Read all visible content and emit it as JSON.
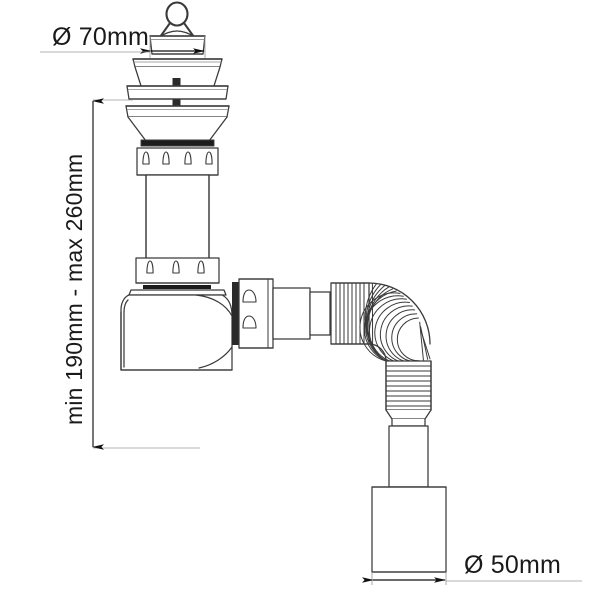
{
  "drawing": {
    "title": "Bottle trap with flexible outlet hose - technical dimension drawing",
    "background_color": "#ffffff",
    "line_color": "#3a3a3a",
    "text_color": "#1a1a1a",
    "accent_dark": "#111111"
  },
  "dimensions": {
    "top_diameter": {
      "label": "Ø 70mm",
      "symbol": "diameter-symbol",
      "value": 70,
      "unit": "mm",
      "orientation": "horizontal"
    },
    "height_range": {
      "label": "min 190mm - max 260mm",
      "min": 190,
      "max": 260,
      "unit": "mm",
      "orientation": "vertical"
    },
    "outlet_diameter": {
      "label": "Ø 50mm",
      "symbol": "diameter-symbol",
      "value": 50,
      "unit": "mm",
      "orientation": "horizontal"
    }
  },
  "parts": [
    {
      "name": "plug-ring-handle",
      "description": "Wire pull ring on sink plug"
    },
    {
      "name": "sink-plug",
      "description": "Rubber/plastic sink stopper plug"
    },
    {
      "name": "upper-flange",
      "description": "Top strainer flange ring"
    },
    {
      "name": "sealing-washer",
      "description": "Flat sealing washer plate"
    },
    {
      "name": "strainer-body",
      "description": "Tapered waste strainer body"
    },
    {
      "name": "upper-ribbed-nut",
      "description": "Knurled connection nut below strainer"
    },
    {
      "name": "telescopic-tube",
      "description": "Adjustable vertical tube 190-260mm"
    },
    {
      "name": "lower-ribbed-nut",
      "description": "Knurled connection nut above trap"
    },
    {
      "name": "trap-body",
      "description": "Bottle trap main body"
    },
    {
      "name": "trap-cup",
      "description": "Removable ribbed bottom cup"
    },
    {
      "name": "side-outlet-nut",
      "description": "Ribbed side outlet connection nut"
    },
    {
      "name": "side-outlet-pipe",
      "description": "Horizontal outlet spigot"
    },
    {
      "name": "flexible-hose",
      "description": "Corrugated flexible hose bent 90 degrees"
    },
    {
      "name": "outlet-pipe",
      "description": "Stepped rigid outlet pipe, 50mm diameter"
    }
  ]
}
